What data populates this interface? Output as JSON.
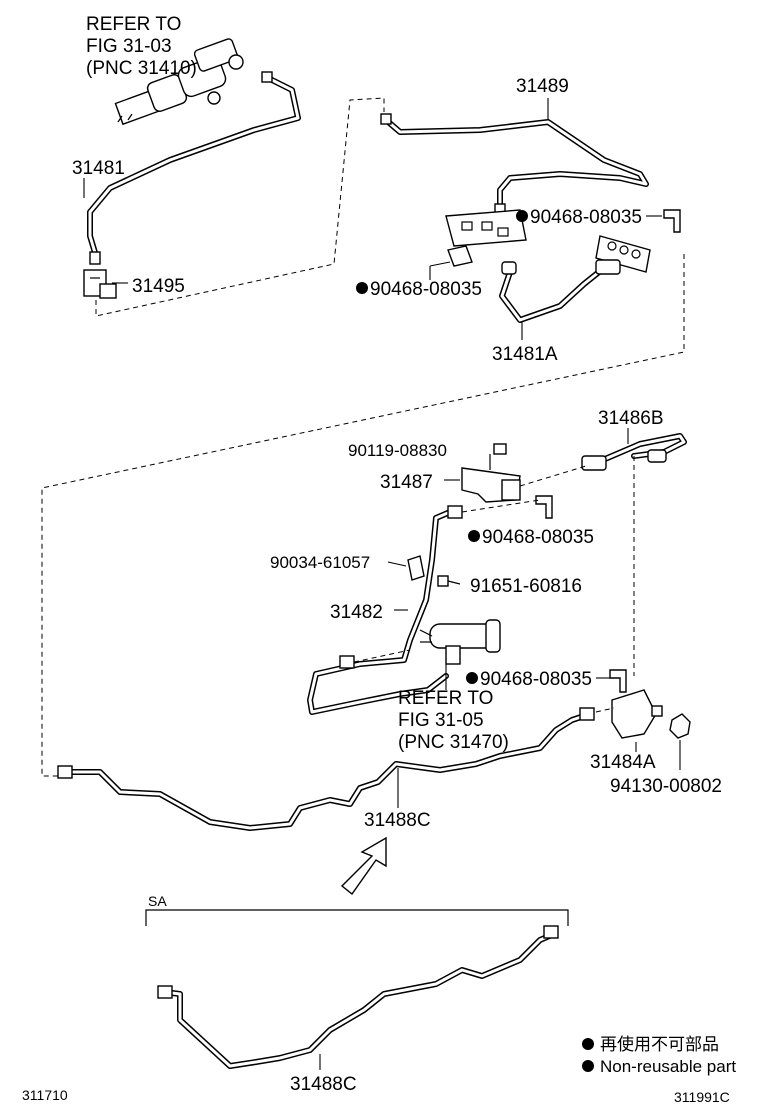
{
  "labels": {
    "refer_top_1": "REFER TO",
    "refer_top_2": "FIG 31-03",
    "refer_top_3": "(PNC 31410)",
    "p31489": "31489",
    "p31481": "31481",
    "p31495": "31495",
    "p90468_a": "90468-08035",
    "p90468_b": "90468-08035",
    "p31481A": "31481A",
    "p31486B": "31486B",
    "p90119": "90119-08830",
    "p31487": "31487",
    "p90468_c": "90468-08035",
    "p90034": "90034-61057",
    "p91651": "91651-60816",
    "p31482": "31482",
    "p90468_d": "90468-08035",
    "refer_mid_1": "REFER TO",
    "refer_mid_2": "FIG 31-05",
    "refer_mid_3": "(PNC 31470)",
    "p31484A": "31484A",
    "p94130": "94130-00802",
    "p31488C_a": "31488C",
    "sa_tag": "SA",
    "p31488C_b": "31488C"
  },
  "legend": {
    "line_jp": "再使用不可部品",
    "line_en": "Non-reusable part"
  },
  "footer": {
    "left_code": "311710",
    "right_code": "311991C"
  }
}
